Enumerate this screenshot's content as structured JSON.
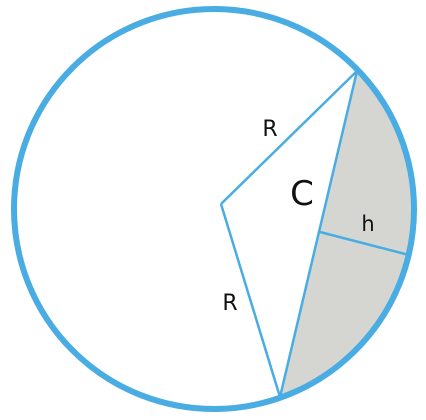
{
  "diagram": {
    "labels": {
      "radius_upper": "R",
      "radius_lower": "R",
      "chord": "C",
      "height": "h"
    },
    "colors": {
      "circle_stroke": "#49ace3",
      "segment_fill": "#d5d6d2",
      "background": "#ffffff"
    }
  }
}
